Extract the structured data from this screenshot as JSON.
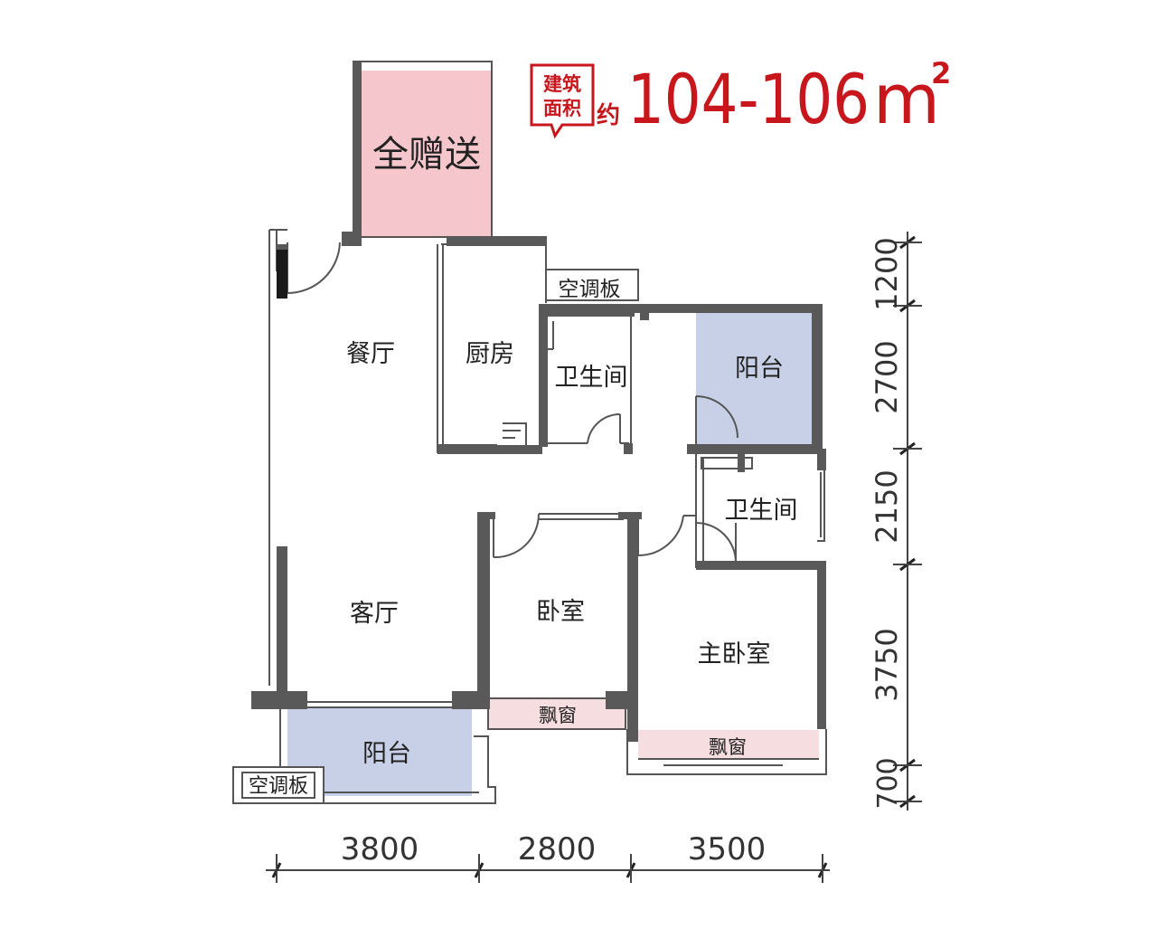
{
  "header": {
    "badge_line1": "建筑",
    "badge_line2": "面积",
    "approx": "约",
    "area": "104-106",
    "unit": "m",
    "unit_sup": "2"
  },
  "rooms": {
    "bonus": "全赠送",
    "dining": "餐厅",
    "kitchen": "厨房",
    "ac_panel_top": "空调板",
    "bath_1": "卫生间",
    "balcony_right": "阳台",
    "bath_2": "卫生间",
    "living": "客厅",
    "bedroom": "卧室",
    "master_bedroom": "主卧室",
    "bay_window_1": "飘窗",
    "bay_window_2": "飘窗",
    "balcony_bottom": "阳台",
    "ac_panel_bottom": "空调板"
  },
  "dimensions": {
    "horizontal": [
      "3800",
      "2800",
      "3500"
    ],
    "vertical": [
      "1200",
      "2700",
      "2150",
      "3750",
      "700"
    ]
  },
  "colors": {
    "title_red": "#c8161d",
    "bonus_fill": "#f5c6cc",
    "balcony_fill": "#c7d0e6",
    "baywindow_fill": "#f6dde0",
    "wall": "#595959"
  }
}
